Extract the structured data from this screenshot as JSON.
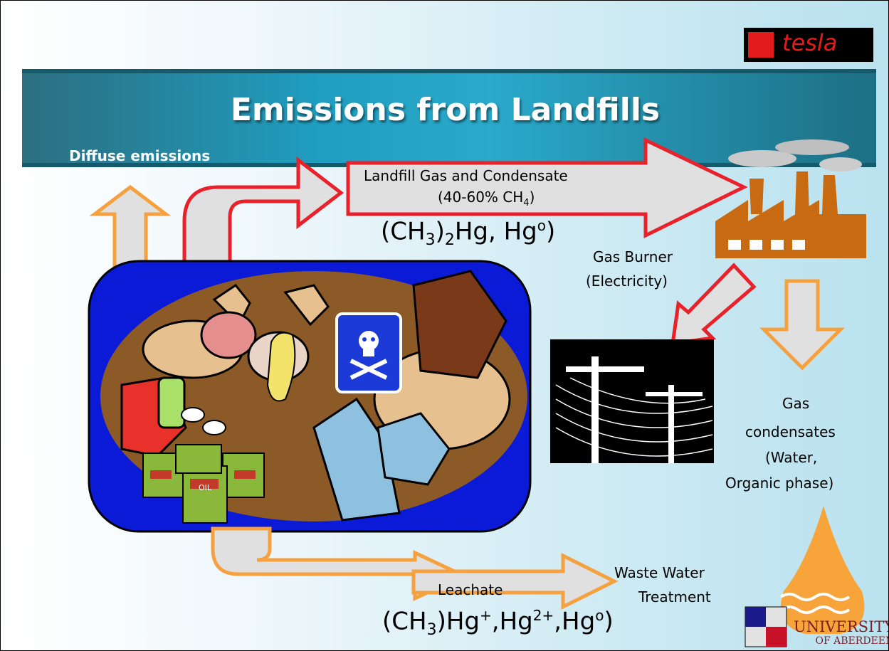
{
  "slide": {
    "title": "Emissions from Landfills",
    "logo": "tesla",
    "university": [
      "UNIVERSITY",
      "OF ABERDEEN"
    ]
  },
  "labels": {
    "diffuse": "Diffuse emissions",
    "gas_line1": "Landfill Gas and Condensate",
    "gas_line2": "(40-60% CH",
    "gas_sub": "4",
    "gas_close": ")",
    "gas_species": {
      "a": "(CH",
      "a_sub": "3",
      "b": ")",
      "b_sub": "2",
      "c": "Hg,  Hg",
      "c_sup": "o",
      "d": ")"
    },
    "burner_1": "Gas Burner",
    "burner_2": "(Electricity)",
    "condensates": [
      "Gas",
      "condensates",
      "(Water,",
      "Organic phase)"
    ],
    "leachate": "Leachate",
    "leach_species": {
      "a": "(CH",
      "a_sub": "3",
      "b": ")Hg",
      "b_sup": "+",
      "c": ",Hg",
      "c_sup": "2+",
      "d": ",Hg",
      "d_sup": "o",
      "e": ")"
    },
    "wwt_1": "Waste Water",
    "wwt_2": "Treatment"
  },
  "icons": {
    "barrel_text": "OIL"
  },
  "colors": {
    "arrow_red": "#e8212a",
    "arrow_orange": "#f6a13f",
    "arrow_fill": "#e0e0e0",
    "landfill_blue": "#0b1ad6",
    "soil_brown": "#8b5a26",
    "factory_orange": "#c76a12",
    "drop_orange": "#f7a43a"
  }
}
